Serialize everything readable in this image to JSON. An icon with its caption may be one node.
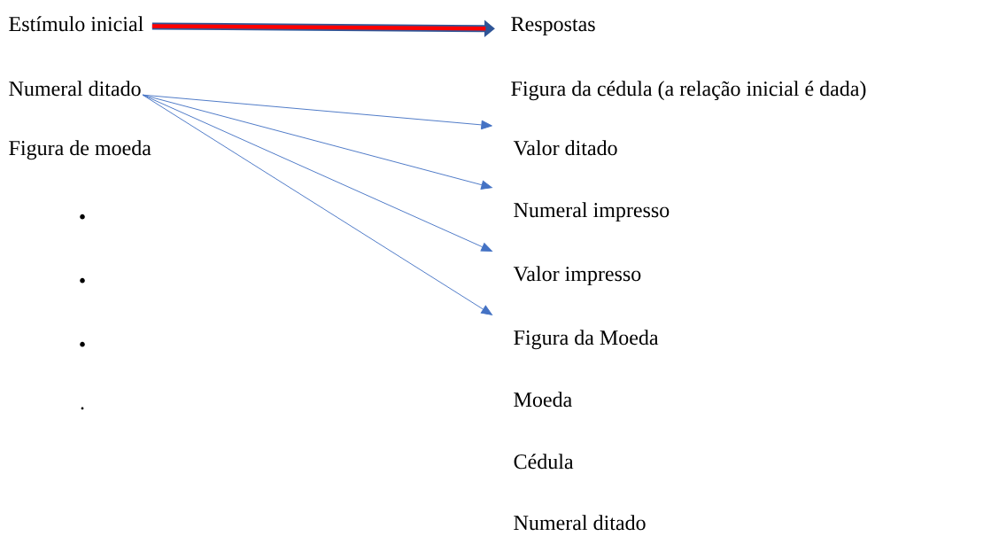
{
  "diagram": {
    "nodes": [
      {
        "text": [
          "Estímulo inicial"
        ]
      },
      {
        "text": [
          "Numeral ditado"
        ]
      },
      {
        "text": [
          "Figura de moeda"
        ]
      },
      {
        "text": [
          "Respostas"
        ]
      },
      {
        "text": [
          "Figura da cédula (a relação inicial é dada)"
        ]
      },
      {
        "text": [
          "Valor ditado"
        ]
      },
      {
        "text": [
          "Numeral impresso"
        ]
      },
      {
        "text": [
          "Valor impresso"
        ]
      },
      {
        "text": [
          "Figura da Moeda"
        ]
      },
      {
        "text": [
          "Moeda"
        ]
      },
      {
        "text": [
          "Cédula"
        ]
      },
      {
        "text": [
          "Numeral ditado"
        ]
      }
    ],
    "edges": [
      {
        "from": 0,
        "to": 3,
        "arrow": "to",
        "style": "thick",
        "color": "#ff0000"
      },
      {
        "from": 1,
        "to": 5,
        "arrow": "to"
      },
      {
        "from": 1,
        "to": 6,
        "arrow": "to"
      },
      {
        "from": 1,
        "to": 7,
        "arrow": "to"
      },
      {
        "from": 1,
        "to": 8,
        "arrow": "to"
      }
    ],
    "labels": [
      ".",
      ".",
      ".",
      "."
    ]
  }
}
